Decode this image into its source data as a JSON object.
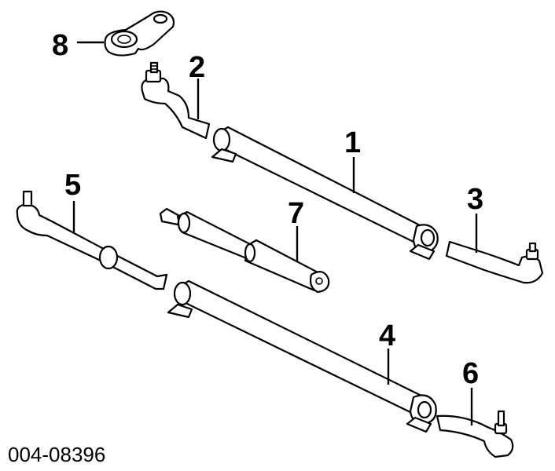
{
  "callouts": {
    "c1": "1",
    "c2": "2",
    "c3": "3",
    "c4": "4",
    "c5": "5",
    "c6": "6",
    "c7": "7",
    "c8": "8"
  },
  "reference_number": "004-08396",
  "colors": {
    "line": "#000000",
    "background": "#ffffff"
  }
}
